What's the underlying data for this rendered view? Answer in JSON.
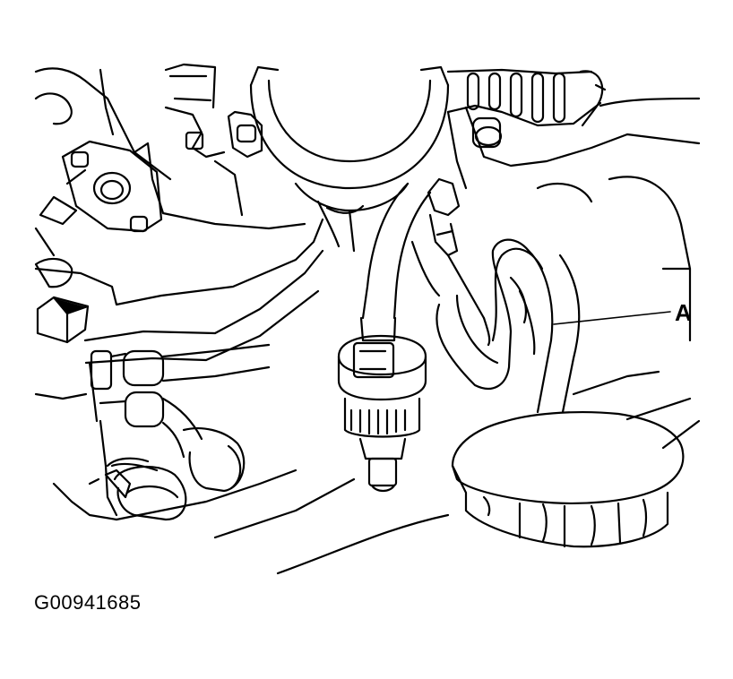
{
  "diagram": {
    "callouts": [
      {
        "id": "A",
        "label": "A"
      }
    ]
  },
  "figure_id": "G00941685",
  "colors": {
    "line": "#000000",
    "background": "#ffffff"
  }
}
